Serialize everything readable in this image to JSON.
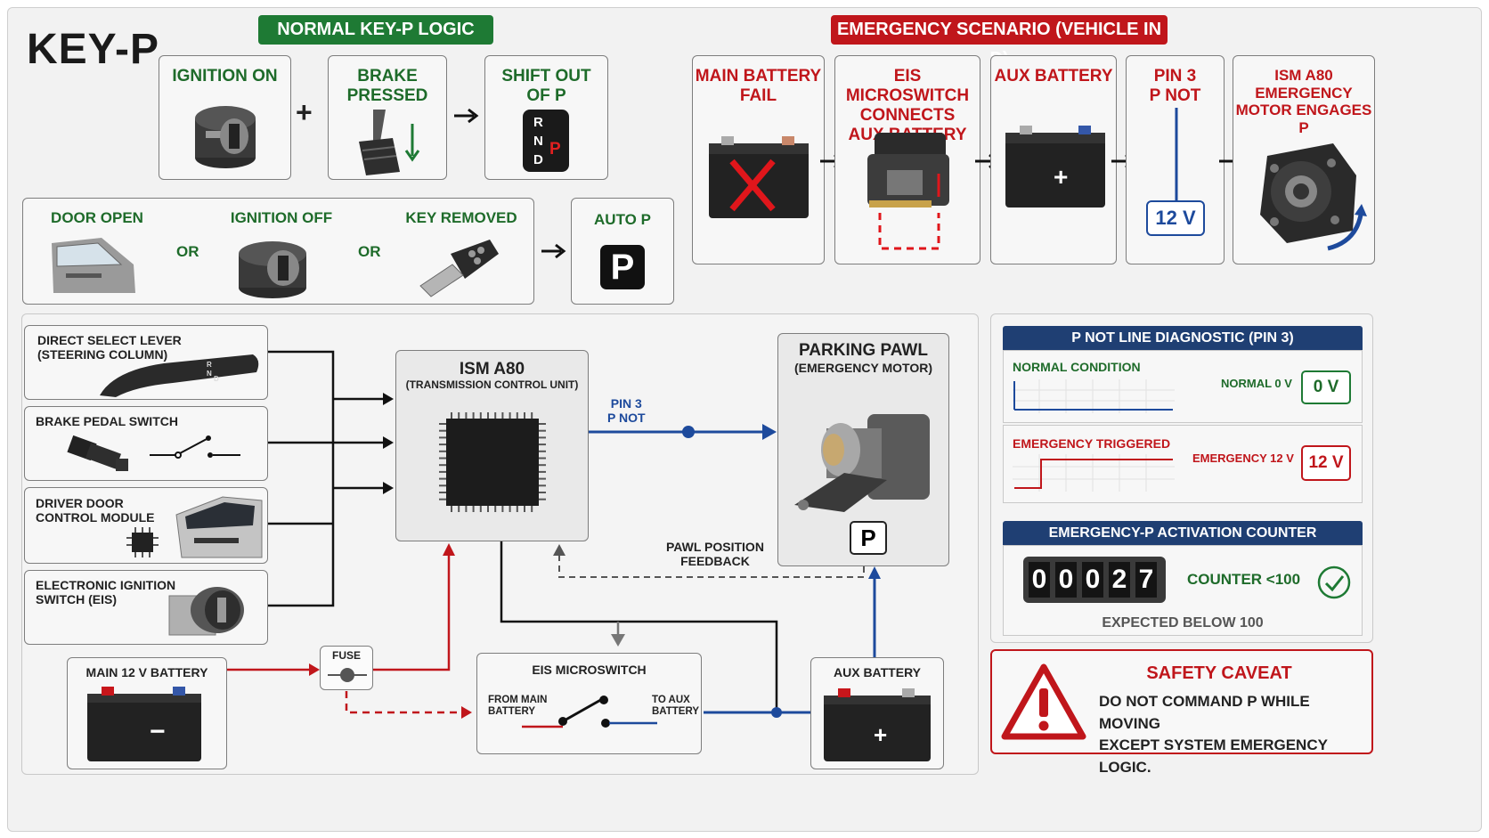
{
  "header": {
    "title": "KEY-P"
  },
  "normal": {
    "banner": "NORMAL KEY-P LOGIC",
    "color": "#1e7a34",
    "steps": [
      "IGNITION ON",
      "BRAKE\nPRESSED",
      "SHIFT OUT\nOF P"
    ],
    "plus": "+",
    "gear": {
      "r": "R",
      "n": "N",
      "d": "D",
      "p": "P"
    },
    "auto_conditions": [
      "DOOR OPEN",
      "IGNITION OFF",
      "KEY REMOVED"
    ],
    "or": "OR",
    "auto_p": "AUTO P",
    "p_badge": "P"
  },
  "emergency": {
    "banner": "EMERGENCY SCENARIO (VEHICLE IN D)",
    "color": "#c0161b",
    "steps": [
      "MAIN BATTERY\nFAIL",
      "EIS MICROSWITCH\nCONNECTS\nAUX BATTERY",
      "AUX BATTERY",
      "PIN 3\nP NOT",
      "ISM A80\nEMERGENCY\nMOTOR ENGAGES P"
    ],
    "voltage": "12 V",
    "plus": "+"
  },
  "inputs": {
    "lever": "DIRECT SELECT LEVER\n(STEERING COLUMN)",
    "brake": "BRAKE PEDAL SWITCH",
    "door": "DRIVER DOOR\nCONTROL MODULE",
    "eis": "ELECTRONIC IGNITION\nSWITCH (EIS)"
  },
  "ism": {
    "title": "ISM A80",
    "subtitle": "(TRANSMISSION CONTROL UNIT)"
  },
  "pin3": "PIN 3\nP NOT",
  "pawl": {
    "title": "PARKING PAWL",
    "subtitle": "(EMERGENCY MOTOR)",
    "badge": "P"
  },
  "feedback": "PAWL POSITION\nFEEDBACK",
  "power": {
    "main_battery": "MAIN 12 V BATTERY",
    "minus": "−",
    "fuse": "FUSE",
    "microswitch": {
      "title": "EIS MICROSWITCH",
      "from": "FROM MAIN\nBATTERY",
      "to": "TO AUX\nBATTERY"
    },
    "aux_battery": "AUX BATTERY",
    "plus": "+"
  },
  "diagnostic": {
    "title": "P NOT LINE DIAGNOSTIC (PIN 3)",
    "normal_label": "NORMAL CONDITION",
    "normal_reading": "NORMAL 0 V",
    "normal_value": "0 V",
    "emergency_label": "EMERGENCY TRIGGERED",
    "emergency_reading": "EMERGENCY 12 V",
    "emergency_value": "12 V"
  },
  "counter": {
    "title": "EMERGENCY-P ACTIVATION COUNTER",
    "digits": [
      "0",
      "0",
      "0",
      "2",
      "7"
    ],
    "limit": "COUNTER <100",
    "expected": "EXPECTED BELOW 100"
  },
  "safety": {
    "title": "SAFETY CAVEAT",
    "text": "DO NOT COMMAND P WHILE MOVING\nEXCEPT SYSTEM EMERGENCY LOGIC."
  },
  "colors": {
    "green": "#1e7a34",
    "red": "#c0161b",
    "blue": "#1d4a9c",
    "navy": "#1f3f73"
  }
}
